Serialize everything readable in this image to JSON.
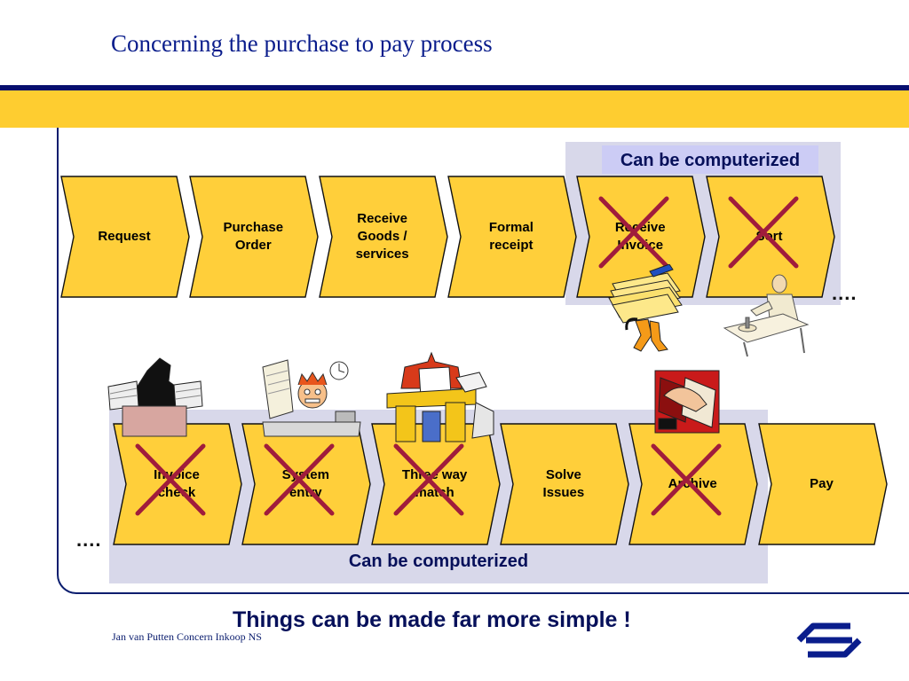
{
  "title": "Concerning the purchase to pay process",
  "top_row": {
    "steps": [
      {
        "label": "Request",
        "crossed": false
      },
      {
        "label": "Purchase\nOrder",
        "crossed": false
      },
      {
        "label": "Receive\nGoods /\nservices",
        "crossed": false
      },
      {
        "label": "Formal\nreceipt",
        "crossed": false
      },
      {
        "label": "Receive\nInvoice",
        "crossed": true
      },
      {
        "label": "Sort",
        "crossed": true
      }
    ],
    "panel_label": "Can be computerized",
    "continuation": "...."
  },
  "bottom_row": {
    "steps": [
      {
        "label": "Invoice\ncheck",
        "crossed": true
      },
      {
        "label": "System\nentry",
        "crossed": true
      },
      {
        "label": "Three way\nmatch",
        "crossed": true
      },
      {
        "label": "Solve\nIssues",
        "crossed": false
      },
      {
        "label": "Archive",
        "crossed": true
      },
      {
        "label": "Pay",
        "crossed": false
      }
    ],
    "panel_label": "Can be computerized",
    "continuation": "...."
  },
  "conclusion": "Things can be made far more simple !",
  "footer": "Jan van Putten Concern Inkoop NS",
  "colors": {
    "title": "#0a1d8c",
    "navy": "#070f6e",
    "yellow": "#fecd30",
    "chevron_fill": "#ffcf3a",
    "chevron_edge": "#111111",
    "cross": "#a01c3c",
    "panel": "#d8d8ea",
    "logo": "#0a1d8c"
  },
  "icons": [
    "crossed-out-icon",
    "ns-logo-icon",
    "clipart-figure-icon"
  ]
}
